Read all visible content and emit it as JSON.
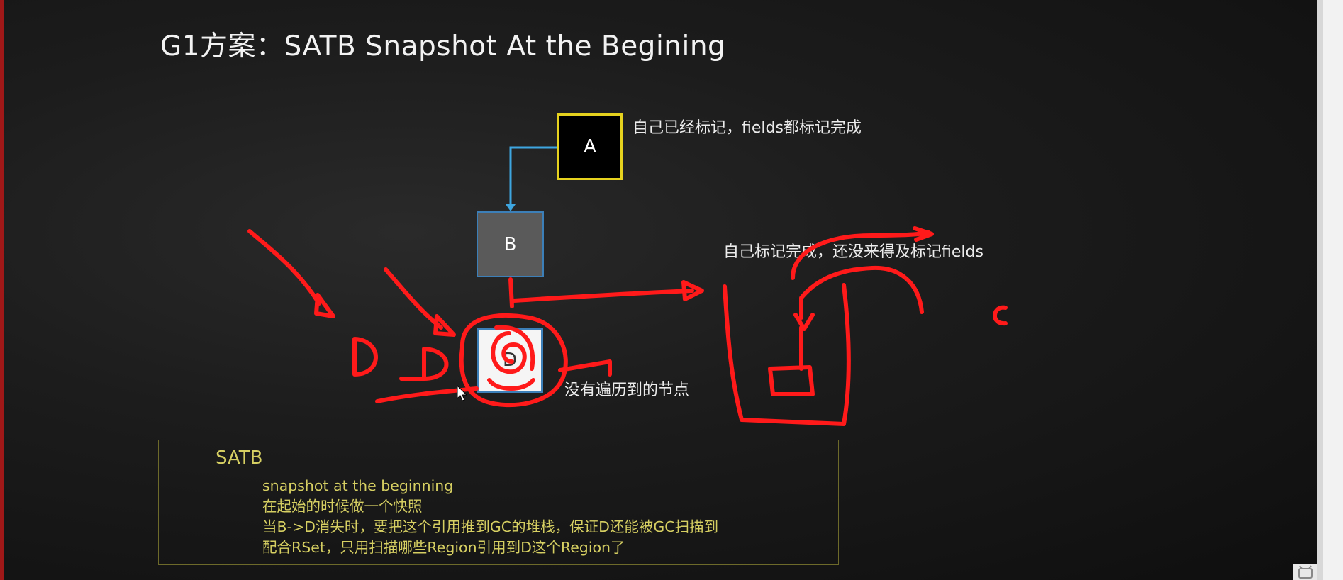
{
  "title": "G1方案：SATB Snapshot At the Begining",
  "nodes": {
    "a": "A",
    "b": "B",
    "d": "D"
  },
  "notes": {
    "a": "自己已经标记，fields都标记完成",
    "c": "自己标记完成，还没来得及标记fields",
    "d": "没有遍历到的节点"
  },
  "satb": {
    "heading": "SATB",
    "lines": [
      "snapshot at the beginning",
      "在起始的时候做一个快照",
      "当B->D消失时，要把这个引用推到GC的堆栈，保证D还能被GC扫描到",
      "配合RSet，只用扫描哪些Region引用到D这个Region了"
    ]
  },
  "colors": {
    "title": "#f2f2f2",
    "node_a_border": "#e6d21e",
    "node_b_fill": "#5a5a5a",
    "arrow_blue": "#3ea6e0",
    "annotation_red": "#ff1a1a",
    "satb_text": "#d6cf62",
    "satb_border": "#6d6a2a"
  },
  "icons": {
    "cursor": "mouse-pointer-icon",
    "badge": "tv-icon"
  }
}
